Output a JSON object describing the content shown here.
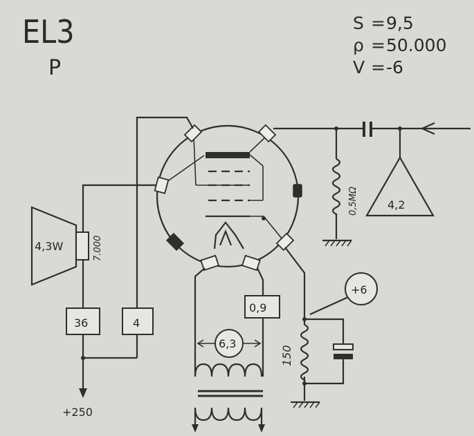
{
  "header": {
    "title": "EL3",
    "subtitle": "P"
  },
  "params": [
    {
      "symbol": "S",
      "eq": "=",
      "value": "9,5"
    },
    {
      "symbol": "ρ",
      "eq": "=",
      "value": "50.000"
    },
    {
      "symbol": "V",
      "eq": "=",
      "value": "-6"
    }
  ],
  "components": {
    "speaker_power": "4,3W",
    "transformer_ohms": "7.000",
    "box_left": "36",
    "box_right": "4",
    "supply": "+250",
    "grid_resistor": "0,5MΩ",
    "input_level": "4,2",
    "heater_box": "0,9",
    "heater_voltage": "6,3",
    "cathode_resistor": "150",
    "cathode_bias": "+6"
  }
}
